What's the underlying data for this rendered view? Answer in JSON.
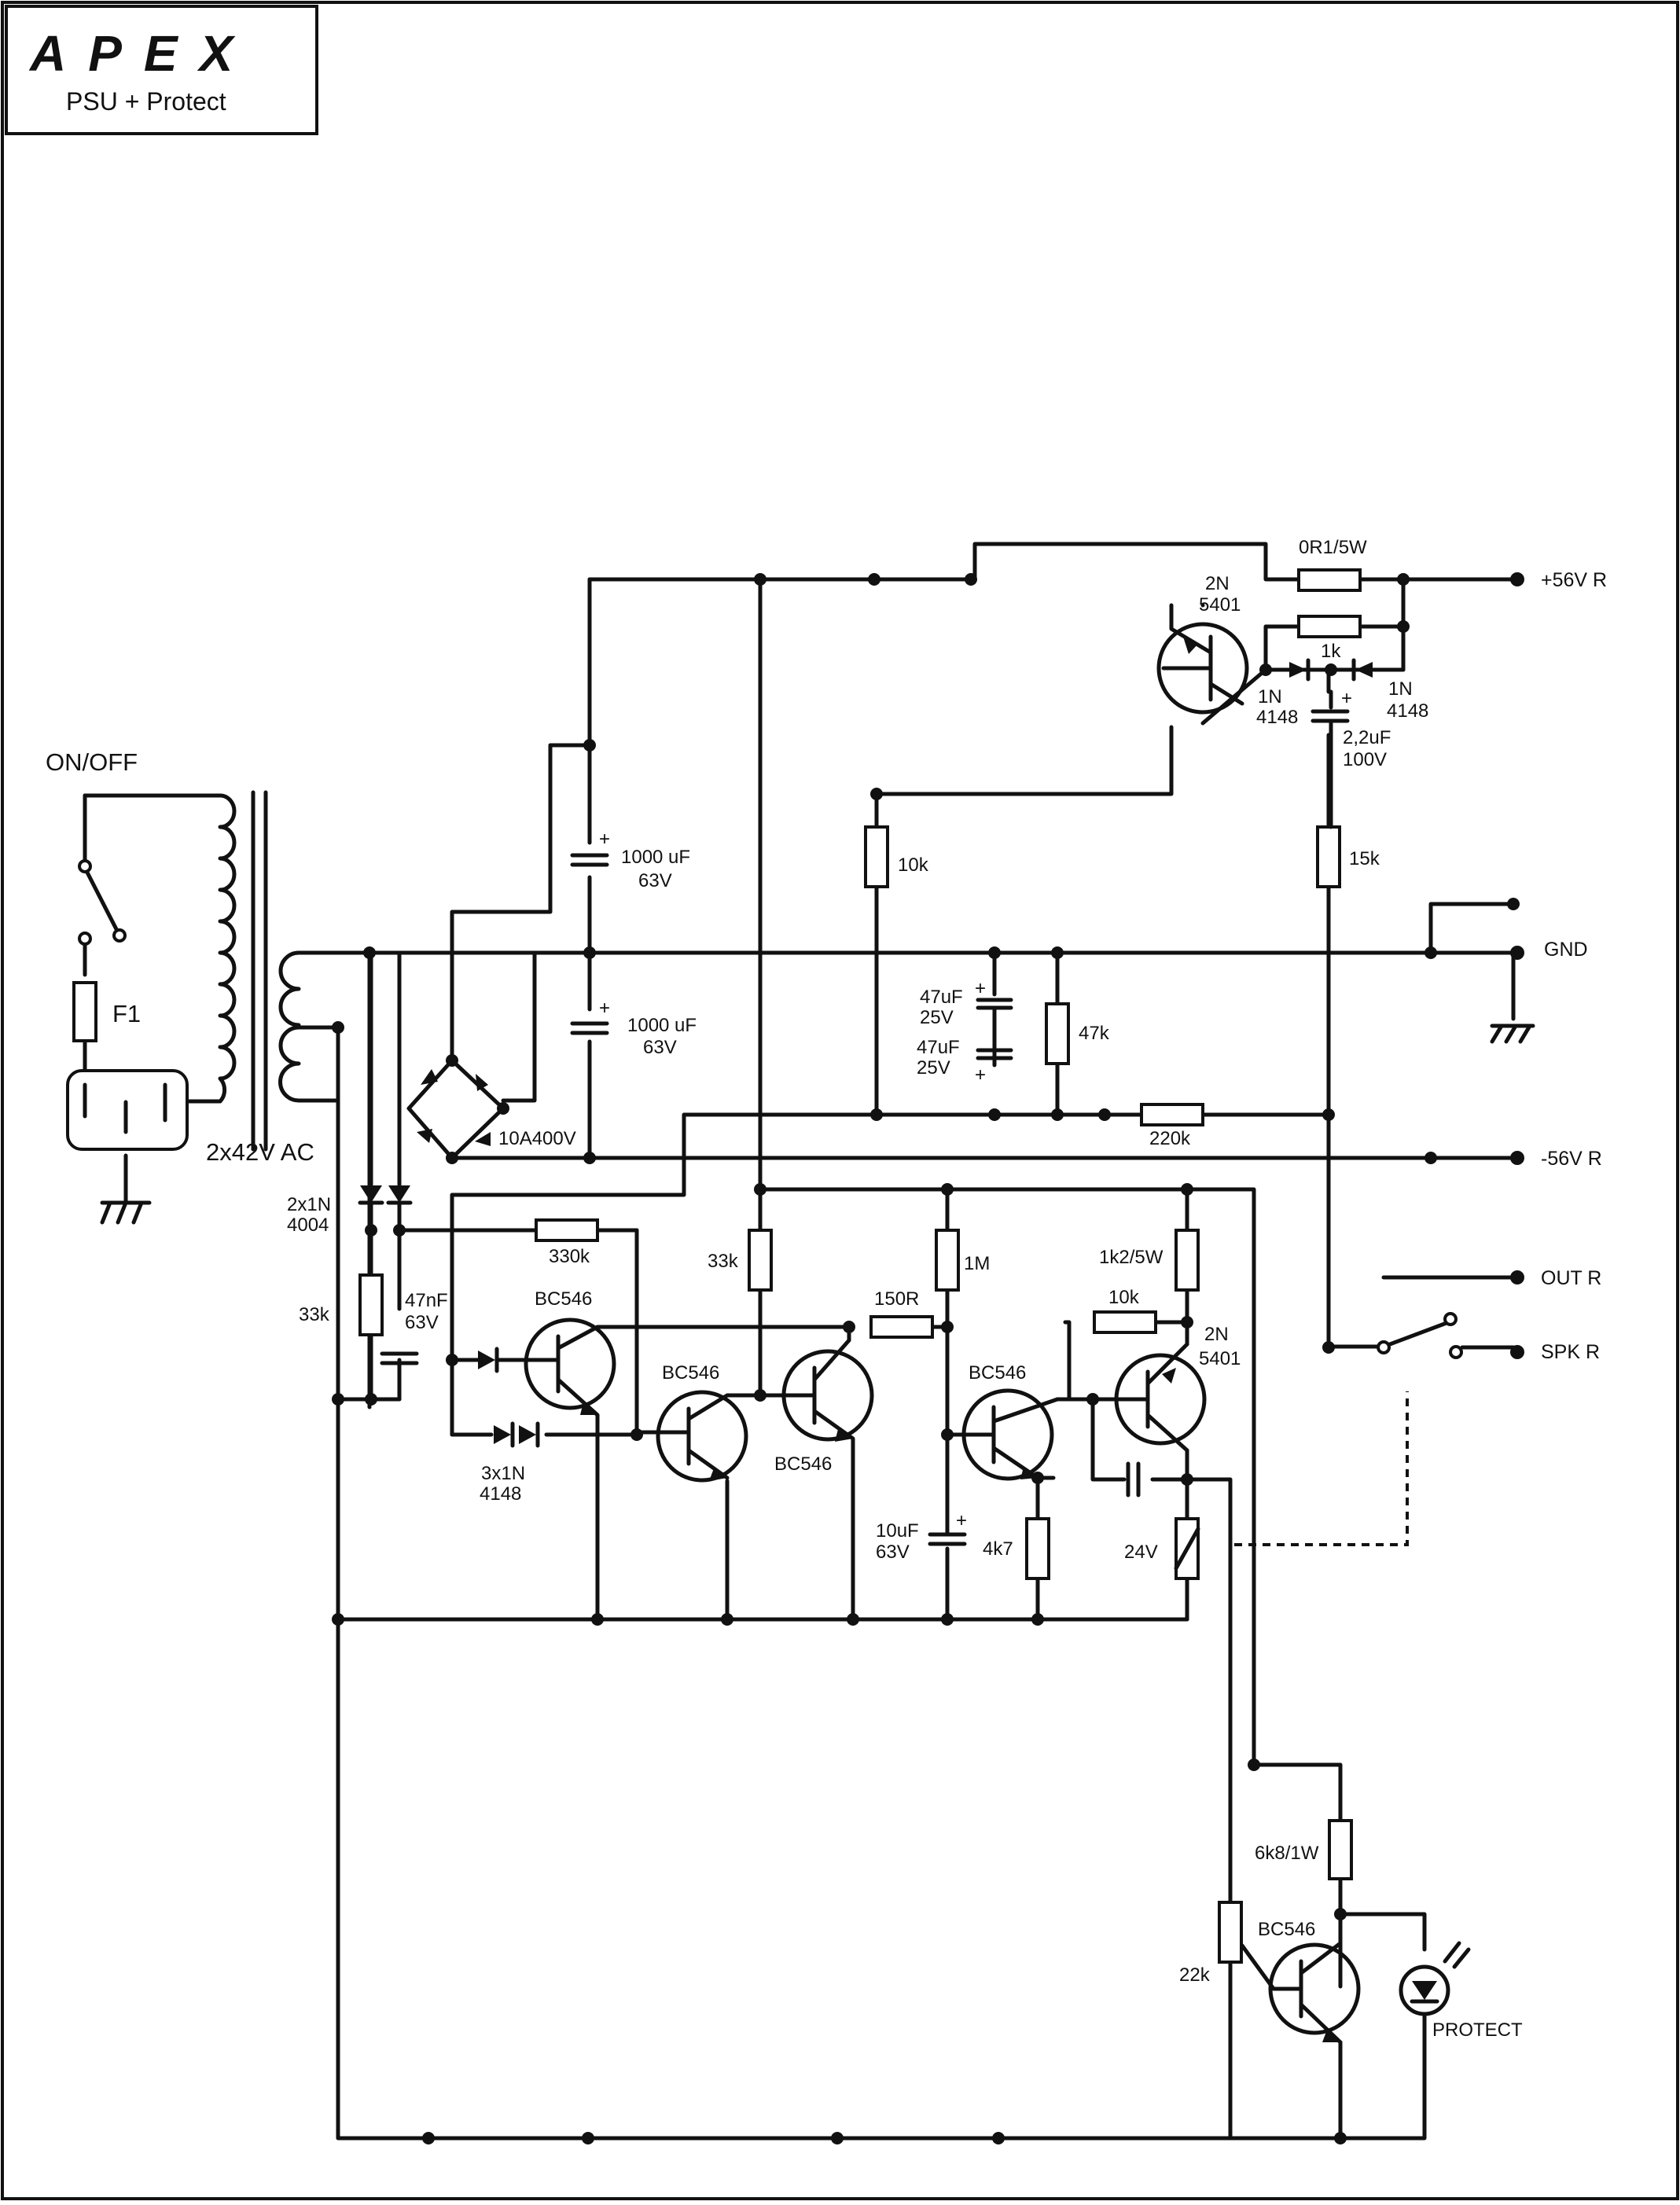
{
  "logo": {
    "brand": "APEX",
    "subtitle": "PSU + Protect"
  },
  "labels": {
    "on_off": "ON/OFF",
    "fuse": "F1",
    "transformer": "2x42V AC",
    "bridge": "10A400V",
    "c_main_top_val": "1000  uF",
    "c_main_top_v": "63V",
    "c_main_bot_val": "1000  uF",
    "c_main_bot_v": "63V",
    "c_47a_val": "47uF",
    "c_47a_v": "25V",
    "c_47b_val": "47uF",
    "c_47b_v": "25V",
    "r_10k_top": "10k",
    "r_47k": "47k",
    "r_220k": "220k",
    "r_15k": "15k",
    "r_0r1": "0R1/5W",
    "r_1k": "1k",
    "q_top_a": "2N",
    "q_top_b": "5401",
    "d_left_a": "1N",
    "d_left_b": "4148",
    "d_right_a": "1N",
    "d_right_b": "4148",
    "c_22_val": "2,2uF",
    "c_22_v": "100V",
    "d_4004_a": "2x1N",
    "d_4004_b": "4004",
    "r_33k_left": "33k",
    "c_47n_val": "47nF",
    "c_47n_v": "63V",
    "r_330k": "330k",
    "q1": "BC546",
    "q2": "BC546",
    "q3": "BC546",
    "q4": "BC546",
    "d_3x_a": "3x1N",
    "d_3x_b": "4148",
    "r_33k_mid": "33k",
    "r_1m": "1M",
    "r_150r": "150R",
    "c_10u_val": "10uF",
    "c_10u_v": "63V",
    "r_4k7": "4k7",
    "r_1k2": "1k2/5W",
    "r_10k_mid": "10k",
    "q5_a": "2N",
    "q5_b": "5401",
    "relay": "24V",
    "r_6k8": "6k8/1W",
    "r_22k": "22k",
    "q6": "BC546",
    "led": "PROTECT"
  },
  "terminals": {
    "plus56": "+56V R",
    "gnd": "GND",
    "minus56": "-56V R",
    "out": "OUT R",
    "spk": "SPK R"
  },
  "colors": {
    "ink": "#111111",
    "paper": "#ffffff"
  }
}
